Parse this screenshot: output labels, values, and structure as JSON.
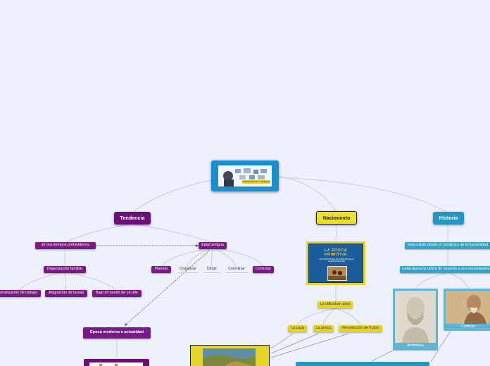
{
  "central": {
    "image_desc": "mindmap-center-image",
    "banner_text": "ADMINISTRACION Y GERENCIA"
  },
  "branches": {
    "tendencia": {
      "label": "Tendencia",
      "prehistoricos": "En los tiempos prehistóricos",
      "organizacion_familiar": "Organización familiar",
      "racionalizacion": "Racionalización de trabajo",
      "asignacion": "Asignación de tareas",
      "mando": "Bajo el mando de un jefe",
      "edad_antigua": "Edad antigua",
      "planear": "Planear",
      "organizar": "Organizar",
      "dirigir": "Dirigir",
      "coordinar": "Coordinar",
      "controlar": "Controlar",
      "epoca_moderna": "Época moderna o actualidad"
    },
    "nacimiento": {
      "label": "Nacimiento",
      "poster_title": "LA ÉPOCA PRIMITIVA",
      "poster_subtitle": "LOS INICIOS DE LOS GRUPOS DE LA ADMINISTRACIÓN",
      "utilizaban": "La utilizaban para",
      "caza": "La caza",
      "pesca": "La pesca",
      "frutos": "Recolección de frutos"
    },
    "historia": {
      "label": "Historia",
      "existe": "Esta existe desde el comienzo de la humanidad",
      "cada_epoca": "Cada época la utilizo de acuerdo a sus necesidades",
      "aristoteles": "Aristoteles",
      "confucio": "Confucio"
    }
  },
  "colors": {
    "background": "#eef0fb",
    "purple": "#7a1a86",
    "yellow": "#efe02b",
    "teal": "#2496c1",
    "central": "#1a8fd0"
  }
}
